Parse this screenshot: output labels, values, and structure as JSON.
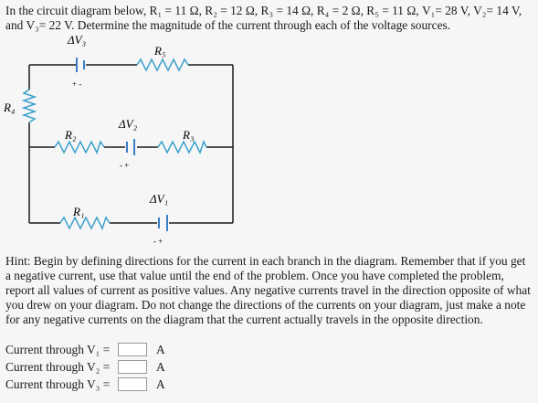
{
  "problem": {
    "text": "In the circuit diagram below, R₁ = 11 Ω, R₂ = 12 Ω, R₃ = 14 Ω, R₄ = 2 Ω, R₅ = 11 Ω, V₁= 28 V, V₂= 14 V, and V₃= 22 V. Determine the magnitude of the current through each of the voltage sources."
  },
  "circuit": {
    "labels": {
      "dv3": "ΔV₃",
      "dv2": "ΔV₂",
      "dv1": "ΔV₁",
      "r5": "R₅",
      "r4": "R₄",
      "r2": "R₂",
      "r3": "R₃",
      "r1": "R₁"
    },
    "polarity": {
      "v3": "+ -",
      "v2": "- +",
      "v1": "- +"
    }
  },
  "hint": {
    "text": "Hint: Begin by defining directions for the current in each branch in the diagram. Remember that if you get a negative current, use that value until the end of the problem. Once you have completed the problem, report all values of current as positive values. Any negative currents travel in the direction opposite of what you drew on your diagram. Do not change the directions of the currents on your diagram, just make a note for any negative currents on the diagram that the current actually travels in the opposite direction."
  },
  "answers": [
    {
      "label": "Current through V₁ =",
      "value": "",
      "unit": "A"
    },
    {
      "label": "Current through V₂ =",
      "value": "",
      "unit": "A"
    },
    {
      "label": "Current through V₃ =",
      "value": "",
      "unit": "A"
    }
  ],
  "colors": {
    "wire": "#1a1a1a",
    "resistor": "#3aa0cc",
    "battery": "#3a7ec8",
    "background": "#f6f6f6"
  }
}
